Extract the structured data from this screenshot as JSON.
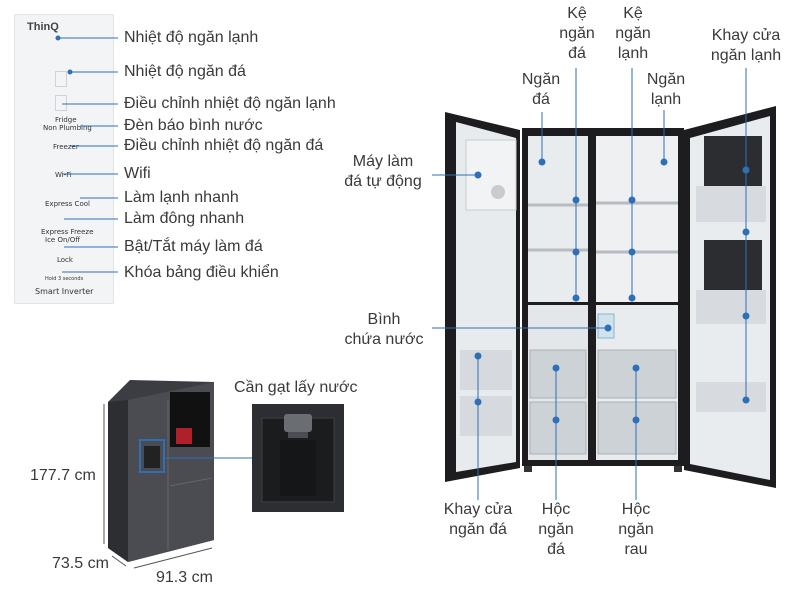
{
  "control_panel": {
    "brand": "ThinQ",
    "items": [
      "Fridge",
      "Non Plumbing",
      "Freezer",
      "Wi-Fi",
      "Express Cool",
      "Express Freeze",
      "Ice On/Off",
      "Lock",
      "Hold 3 seconds",
      "Smart Inverter"
    ],
    "labels": [
      "Nhiệt độ ngăn lạnh",
      "Nhiệt độ ngăn đá",
      "Điều chỉnh nhiệt độ ngăn lạnh",
      "Đèn báo bình nước",
      "Điều chỉnh nhiệt độ ngăn đá",
      "Wifi",
      "Làm lạnh nhanh",
      "Làm đông nhanh",
      "Bật/Tắt máy làm đá",
      "Khóa bảng điều khiển"
    ]
  },
  "dimensions": {
    "height": "177.7 cm",
    "depth": "73.5 cm",
    "width": "91.3 cm"
  },
  "dispenser": {
    "label": "Cần gạt lấy nước"
  },
  "fridge_labels": {
    "shelf_freezer": "Kệ\nngăn\nđá",
    "shelf_fridge": "Kệ\nngăn\nlạnh",
    "door_tray_fridge": "Khay cửa\nngăn lạnh",
    "freezer": "Ngăn\nđá",
    "fridge": "Ngăn\nlạnh",
    "ice_maker": "Máy làm\nđá tự động",
    "water_tank": "Bình\nchứa nước",
    "door_tray_freezer": "Khay cửa\nngăn đá",
    "drawer_freezer": "Hộc\nngăn\nđá",
    "drawer_vegetable": "Hộc\nngăn\nrau"
  },
  "colors": {
    "accent": "#2f6fb6",
    "frame": "#1d1d1f",
    "interior": "#e9ecef"
  }
}
